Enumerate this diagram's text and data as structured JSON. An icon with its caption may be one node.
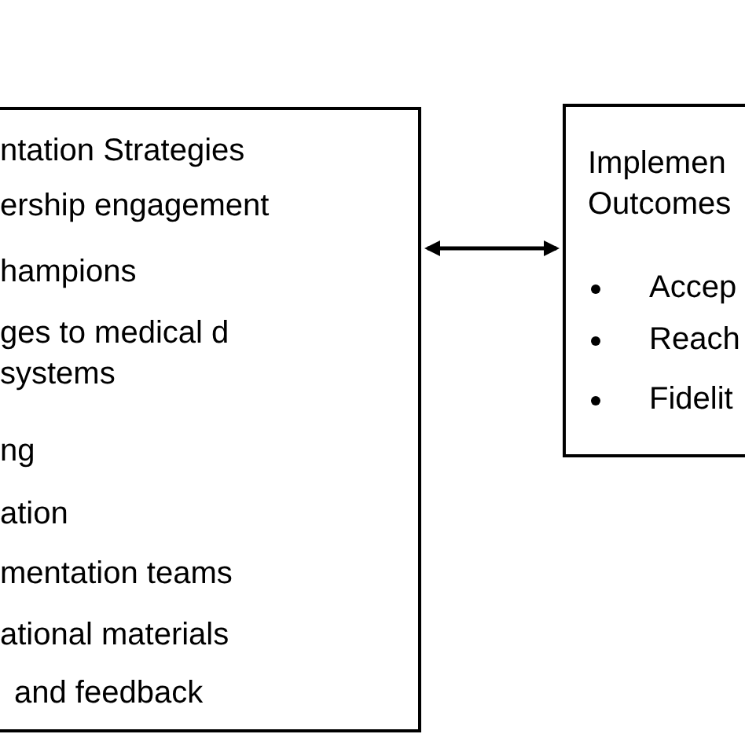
{
  "diagram": {
    "nodes": [
      {
        "text": [
          "ntation Strategies",
          "ership engagement",
          "hampions",
          "ges to medical d systems",
          "ng",
          "ation",
          "mentation teams",
          "ational materials",
          "and feedback"
        ]
      },
      {
        "text": [
          "Implemen Outcomes",
          "Accep",
          "Reach",
          "Fidelit"
        ]
      }
    ],
    "edges": [
      {
        "from": 0,
        "to": 1,
        "arrow": "both"
      }
    ]
  }
}
